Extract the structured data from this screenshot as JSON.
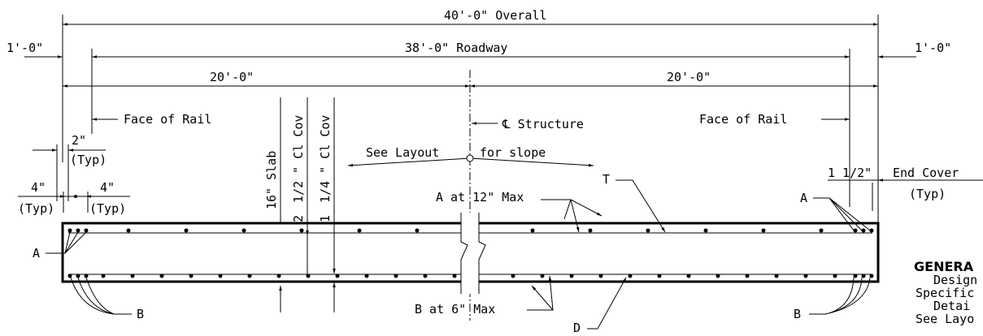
{
  "dimensions": {
    "overall": "40'-0\" Overall",
    "roadway": "38'-0\" Roadway",
    "left_offset": "1'-0\"",
    "right_offset": "1'-0\"",
    "half_left": "20'-0\"",
    "half_right": "20'-0\""
  },
  "labels": {
    "face_of_rail_left": "Face of Rail",
    "face_of_rail_right": "Face of Rail",
    "cl_structure": "℄ Structure",
    "see_layout": "See Layout",
    "for_slope": "for slope",
    "two_inch": "2\"",
    "typ_a": "(Typ)",
    "four_inch_left": "4\"",
    "four_inch_right": "4\"",
    "typ_b": "(Typ)",
    "typ_c": "(Typ)",
    "slab": "16\" Slab",
    "cl_cov_top_num": "2",
    "cl_cov_top_frac": "1/2",
    "cl_cov_top": "\" Cl Cov",
    "cl_cov_bot_num": "1",
    "cl_cov_bot_frac": "1/4",
    "cl_cov_bot": "\" Cl Cov",
    "a_max": "A at 12\" Max",
    "b_max": "B at 6\" Max",
    "t_label": "T",
    "d_label": "D",
    "a_left": "A",
    "a_right": "A",
    "b_left": "B",
    "b_right": "B",
    "one_half": "1 1/2\"",
    "end_cover": "End Cover",
    "typ_d": "(Typ)"
  },
  "notes": {
    "heading": "GENERA",
    "line1": "Design",
    "line2": "Specific",
    "line3": "Detai",
    "line4": "See Layo"
  }
}
